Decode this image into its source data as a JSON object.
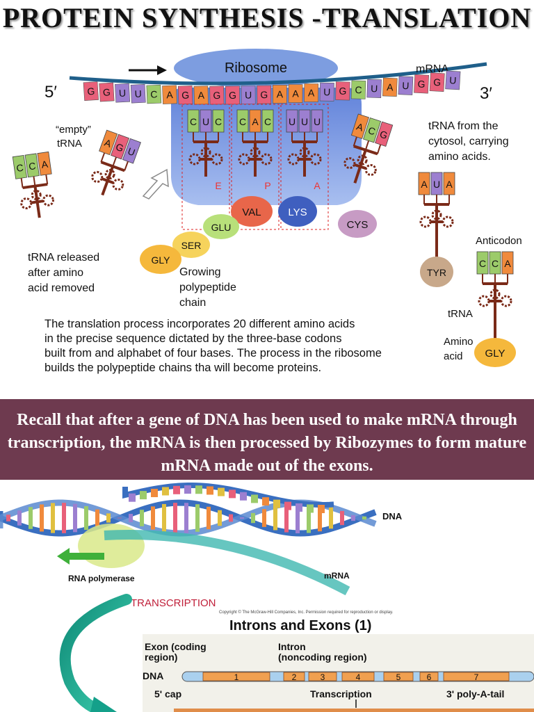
{
  "title": "PROTEIN SYNTHESIS -TRANSLATION",
  "translation": {
    "ribosome": "Ribosome",
    "mrna": "mRNA",
    "five_prime": "5′",
    "three_prime": "3′",
    "mrna_bases": [
      "G",
      "G",
      "U",
      "U",
      "C",
      "A",
      "G",
      "A",
      "G",
      "G",
      "U",
      "G",
      "A",
      "A",
      "A",
      "U",
      "G",
      "C",
      "U",
      "A",
      "U",
      "G",
      "G",
      "U"
    ],
    "codons": [
      {
        "bases": [
          "C",
          "U",
          "C"
        ],
        "site": "E"
      },
      {
        "bases": [
          "C",
          "A",
          "C"
        ],
        "site": "P"
      },
      {
        "bases": [
          "U",
          "U",
          "U"
        ],
        "site": "A"
      }
    ],
    "empty_trna": [
      "“empty”",
      "tRNA"
    ],
    "cca": [
      "C",
      "C",
      "A"
    ],
    "agu": [
      "A",
      "G",
      "U"
    ],
    "acg": [
      "A",
      "C",
      "G"
    ],
    "aua": [
      "A",
      "U",
      "A"
    ],
    "anticodon_cca": [
      "C",
      "C",
      "A"
    ],
    "released_label": [
      "tRNA released",
      "after amino",
      "acid removed"
    ],
    "cytosol_label": [
      "tRNA from the",
      "cytosol, carrying",
      "amino acids."
    ],
    "amino_acids": {
      "val": "VAL",
      "lys": "LYS",
      "cys": "CYS",
      "glu": "GLU",
      "ser": "SER",
      "gly": "GLY",
      "tyr": "TYR",
      "gly2": "GLY"
    },
    "growing_label": [
      "Growing",
      "polypeptide",
      "chain"
    ],
    "anticodon_label": "Anticodon",
    "trna_label": "tRNA",
    "amino_acid_label": [
      "Amino",
      "acid"
    ],
    "paragraph": [
      "The translation process incorporates 20 different amino acids",
      "in the precise sequence dictated by the three-base codons",
      "built from and alphabet of four bases. The process in the ribosome",
      "builds the polypeptide chains tha will become proteins."
    ]
  },
  "banner": {
    "text": "Recall that after a gene of DNA has been used to make mRNA through transcription, the mRNA is then processed by Ribozymes to form mature mRNA made out of the exons."
  },
  "transcription": {
    "dna": "DNA",
    "mrna": "mRNA",
    "rna_polymerase": "RNA polymerase",
    "transcription_label": "TRANSCRIPTION",
    "copyright": "Copyright © The McGraw-Hill Companies, Inc. Permission required for reproduction or display.",
    "introns_title": "Introns and Exons (1)",
    "exon_label": [
      "Exon (coding",
      "region)"
    ],
    "intron_label": [
      "Intron",
      "(noncoding region)"
    ],
    "dna_label": "DNA",
    "segments": [
      "1",
      "2",
      "3",
      "4",
      "5",
      "6",
      "7"
    ],
    "cap_label": "5' cap",
    "transcription_small": "Transcription",
    "polya_label": "3' poly-A-tail"
  },
  "colors": {
    "banner": "#6e3a4f",
    "ribosome": "#6f8fd8",
    "mrna_backbone": "#1f5f8a",
    "base_G": "#e8607a",
    "base_U": "#9c7fd0",
    "base_C": "#9ccb6a",
    "base_A": "#f08a3c",
    "val": "#e8664a",
    "lys": "#3f5fbf",
    "cys": "#c79bc4",
    "glu": "#b8e07a",
    "ser": "#f6d35c",
    "gly": "#f5b83c",
    "tyr": "#c8a88a",
    "trna": "#7a2a18",
    "exon": "#f0a050",
    "intron": "#aad0ee",
    "arrow": "#14a08a"
  }
}
